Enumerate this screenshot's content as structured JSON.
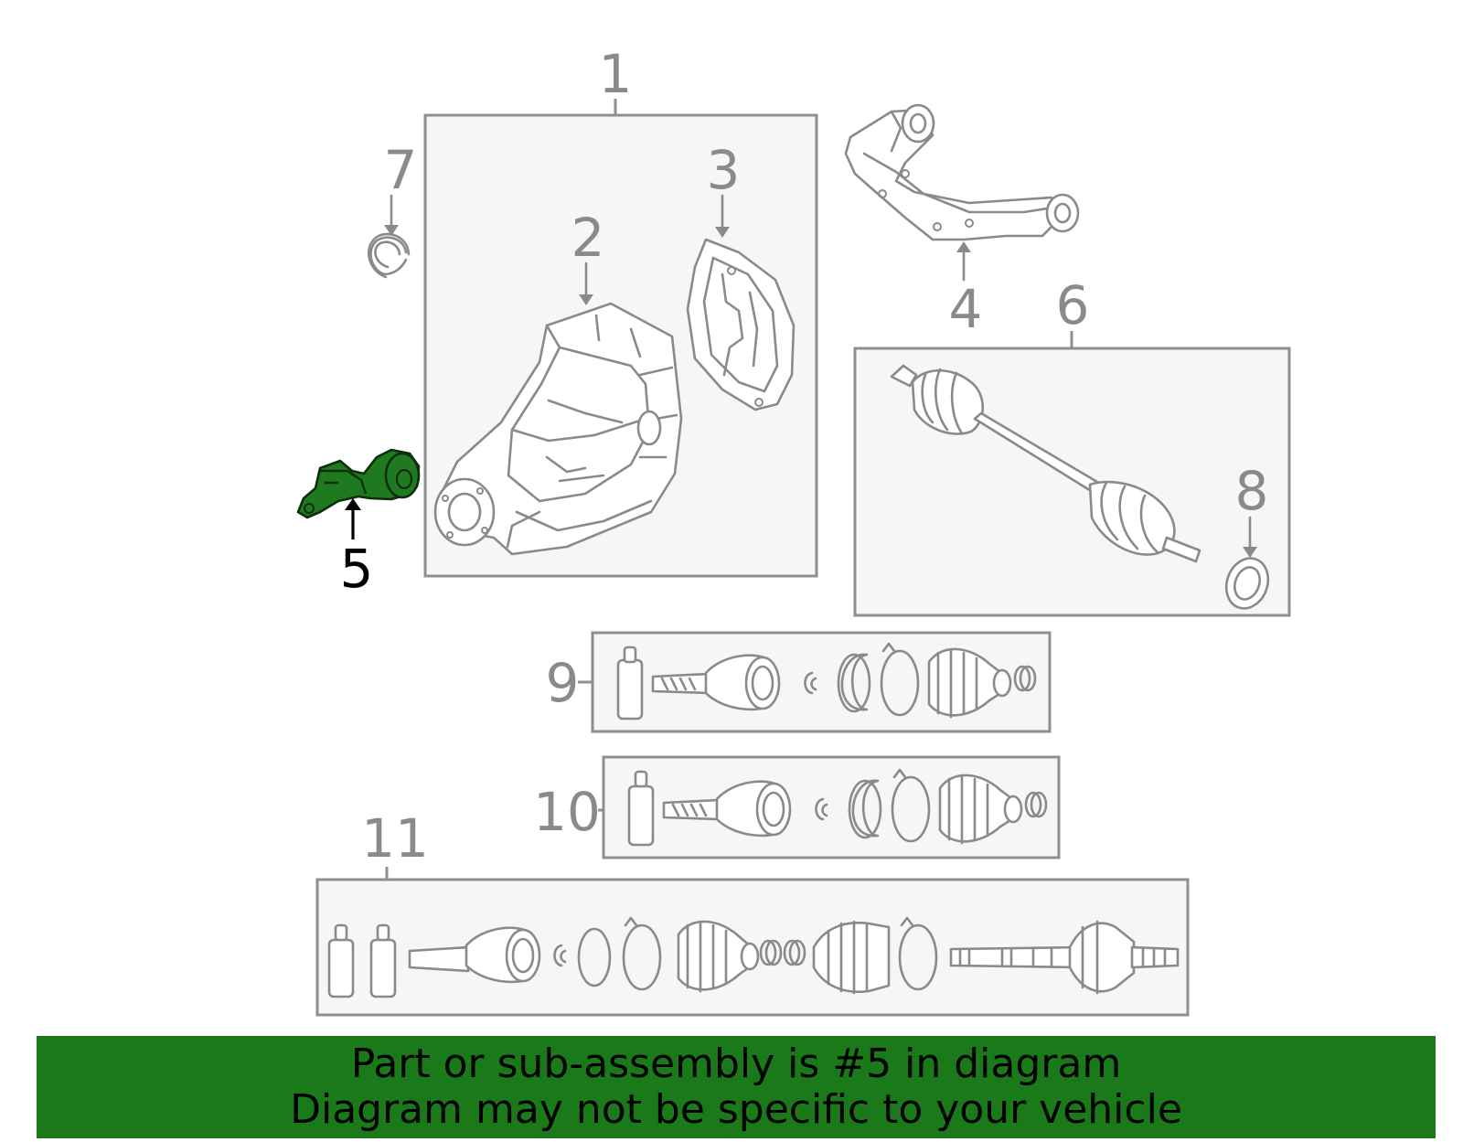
{
  "callouts": {
    "c1": "1",
    "c2": "2",
    "c3": "3",
    "c4": "4",
    "c5": "5",
    "c6": "6",
    "c7": "7",
    "c8": "8",
    "c9": "9",
    "c10": "10",
    "c11": "11"
  },
  "highlighted_part": "5",
  "colors": {
    "highlight": "#1f7a1f",
    "banner": "#1a7a1a",
    "line": "#8a8a8a"
  },
  "banner": {
    "line1": "Part or sub-assembly is #5 in diagram",
    "line2": "Diagram may not be specific to your vehicle"
  }
}
